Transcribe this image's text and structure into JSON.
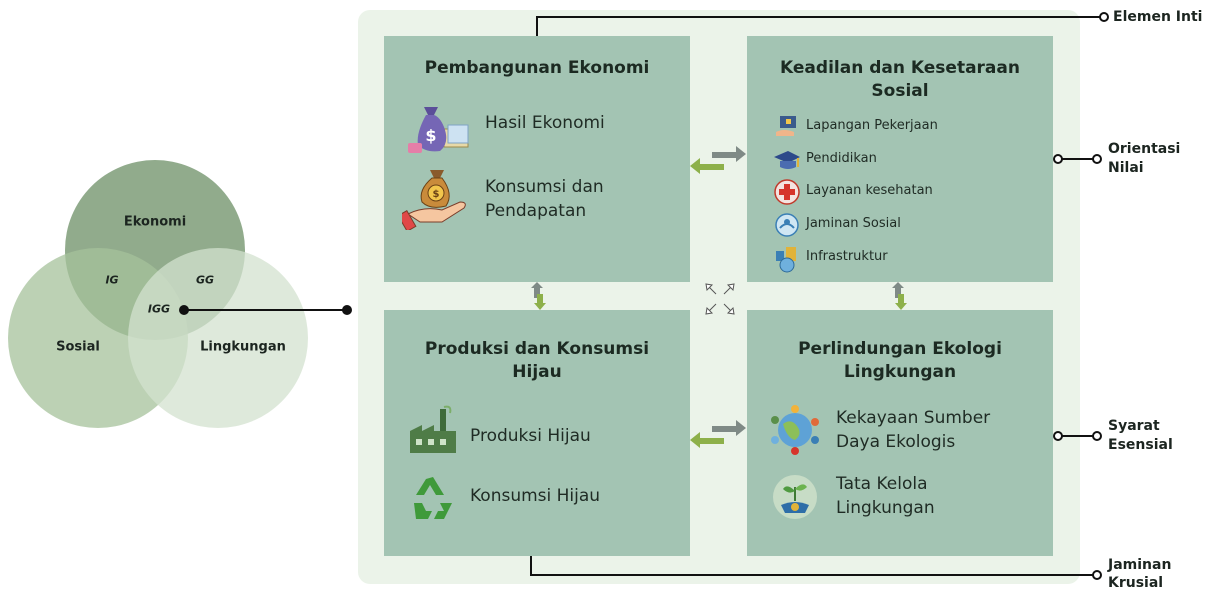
{
  "venn": {
    "ekonomi": "Ekonomi",
    "sosial": "Sosial",
    "lingkungan": "Lingkungan",
    "ig": "IG",
    "gg": "GG",
    "igg": "IGG"
  },
  "boxes": {
    "economy": {
      "title": "Pembangunan Ekonomi",
      "items": [
        "Hasil Ekonomi",
        "Konsumsi dan",
        "Pendapatan"
      ]
    },
    "social": {
      "title_line1": "Keadilan dan Kesetaraan",
      "title_line2": "Sosial",
      "items": [
        "Lapangan Pekerjaan",
        "Pendidikan",
        "Layanan kesehatan",
        "Jaminan Sosial",
        "Infrastruktur"
      ]
    },
    "green": {
      "title_line1": "Produksi dan Konsumsi",
      "title_line2": "Hijau",
      "items": [
        "Produksi Hijau",
        "Konsumsi Hijau"
      ]
    },
    "ecology": {
      "title_line1": "Perlindungan Ekologi",
      "title_line2": "Lingkungan",
      "items": [
        "Kekayaan Sumber",
        "Daya Ekologis",
        "Tata Kelola",
        "Lingkungan"
      ]
    }
  },
  "side_labels": {
    "elemen_inti": "Elemen Inti",
    "orientasi_1": "Orientasi",
    "orientasi_2": "Nilai",
    "syarat_1": "Syarat",
    "syarat_2": "Esensial",
    "jaminan_1": "Jaminan",
    "jaminan_2": "Krusial"
  },
  "colors": {
    "box": "#a3c4b3",
    "panel": "#ebf3e9",
    "venn_ekonomi": "#7e9c78",
    "venn_sosial": "#a5c29b",
    "venn_lingkungan": "#d6e3d2"
  },
  "icons": [
    "money-bag-icon",
    "coin-hand-icon",
    "worker-icon",
    "graduation-icon",
    "health-cross-icon",
    "social-security-icon",
    "infrastructure-icon",
    "factory-icon",
    "recycle-icon",
    "globe-resources-icon",
    "plant-hand-icon",
    "double-arrow-icon"
  ]
}
